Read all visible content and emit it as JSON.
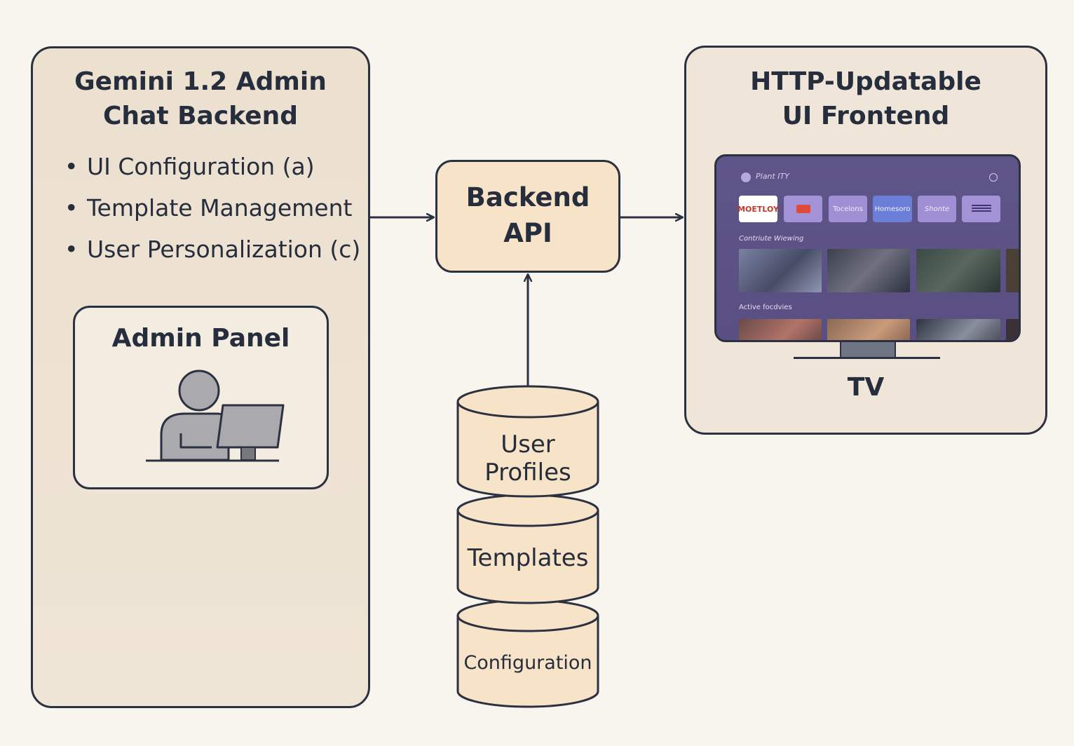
{
  "backend": {
    "title_line1": "Gemini 1.2 Admin",
    "title_line2": "Chat Backend",
    "features": [
      "UI Configuration (a)",
      "Template Management",
      "User Personalization (c)"
    ],
    "admin_panel": {
      "title": "Admin Panel",
      "icon": "person-at-computer-icon"
    }
  },
  "api": {
    "line1": "Backend",
    "line2": "API"
  },
  "databases": [
    {
      "line1": "User",
      "line2": "Profiles"
    },
    {
      "line1": "Templates",
      "line2": ""
    },
    {
      "line1": "Configuration",
      "line2": ""
    }
  ],
  "frontend": {
    "title_line1": "HTTP-Updatable",
    "title_line2": "UI Frontend",
    "device_label": "TV",
    "tv_screen": {
      "brand": "Plant ITY",
      "apps": [
        "MOETLOY",
        "",
        "Tocelons",
        "Homesoro",
        "Shonte",
        ""
      ],
      "section1": "Contriute Wiewing",
      "section2": "Active focdvies"
    }
  },
  "colors": {
    "background": "#f8f4ee",
    "panel": "#ece0cf",
    "api_fill": "#f7e4c8",
    "db_fill": "#f7e4c8",
    "stroke": "#2b3140",
    "tv_screen": "#5e5589"
  }
}
